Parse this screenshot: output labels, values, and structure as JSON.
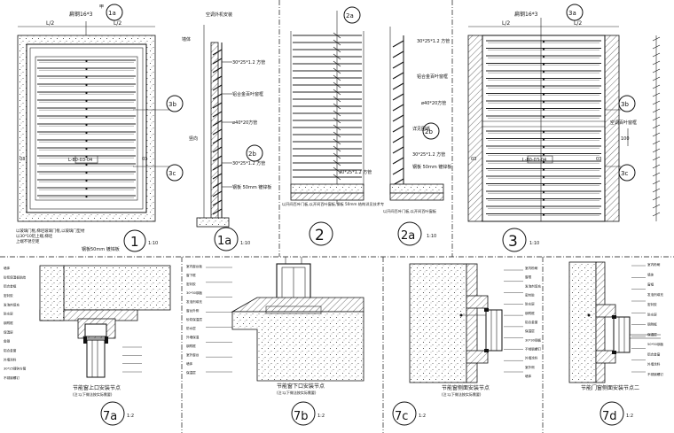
{
  "drawings": {
    "d1": {
      "number": "1",
      "scale": "1:10",
      "top_note": "扁钢16*3",
      "dim_half": "L/2",
      "tag_a": "1a",
      "tag_b": "3b",
      "tag_c": "3c",
      "tag_letter": "甲",
      "tag_no": "03",
      "code": "L-80-03-04",
      "notes": [
        "以玻璃门框,梯坯玻璃门框,以玻璃门型材",
        "以30*10铝上端,梯坯",
        "上端不锈空距"
      ],
      "bottom_note": "钢板50mm 镀锌板"
    },
    "d1a": {
      "number": "1a",
      "scale": "1:10",
      "labels": [
        "空调外机安装",
        "墙体",
        "30*25*1.2 方管",
        "铝合金百叶窗框",
        "ø40*20方管",
        "竖向",
        "30*25*1.2 方管",
        "钢板 50mm 镀锌板"
      ],
      "tag_b": "2b"
    },
    "d2": {
      "number": "2",
      "tag": "2a",
      "labels": [
        "30*25*1.2 方管"
      ],
      "bottom_note": "以开间百叶门板,以开间百叶窗板,钢板 50mm 结构详见技术专"
    },
    "d2a": {
      "number": "2a",
      "scale": "1:10",
      "labels": [
        "30*25*1.2 方管",
        "铝合金百叶窗框",
        "ø40*20方管",
        "详见图纸",
        "30*25*1.2 方管",
        "钢板 50mm 镀锌板"
      ],
      "tag": "2b",
      "bottom_note": "以开间百叶门板,以开间百叶窗板"
    },
    "d3": {
      "number": "3",
      "scale": "1:10",
      "top_note": "扁钢16*3",
      "dim_half": "L/2",
      "tag_a": "3a",
      "tag_b": "3b",
      "tag_c": "3c",
      "code": "L-80-03-04",
      "labels": [
        "空调百叶窗框"
      ],
      "dim": "100",
      "tag_no": "03"
    },
    "d7a": {
      "number": "7a",
      "scale": "1:2",
      "caption": "节能窗上口安装节点",
      "sub": "(注:以下做法按实际需要)",
      "labels": [
        "墙体",
        "砂浆保温板粘结",
        "铝合金框",
        "密封胶",
        "发泡剂填充",
        "防水层",
        "钢附框",
        "保温层",
        "角钢",
        "铝合金窗",
        "外墙涂料",
        "30*25镀锌方管",
        "不锈钢螺钉"
      ]
    },
    "d7b": {
      "number": "7b",
      "scale": "1:2",
      "caption": "节能窗下口安装节点",
      "sub": "(注:以下做法按实际需要)",
      "labels": [
        "室内窗台板",
        "窗下框",
        "密封胶",
        "30*30钢板",
        "发泡剂填充",
        "窗台外侧",
        "砂浆保温层",
        "防水层",
        "外墙保温",
        "钢附框",
        "室外窗台",
        "墙体",
        "保温层"
      ]
    },
    "d7c": {
      "number": "7c",
      "scale": "1:2",
      "caption": "节能窗侧面安装节点",
      "sub": "(注:以下做法按实际需要)",
      "labels": [
        "室内粉刷",
        "窗框",
        "发泡剂填充",
        "密封胶",
        "防水层",
        "钢附框",
        "铝合金窗",
        "保温层",
        "30*30钢板",
        "不锈钢螺钉",
        "外墙涂料",
        "室外侧",
        "墙体"
      ]
    },
    "d7d": {
      "number": "7d",
      "scale": "1:2",
      "caption": "节能门窗侧面安装节点二",
      "labels": [
        "室内粉刷",
        "墙体",
        "窗框",
        "发泡剂填充",
        "密封胶",
        "防水层",
        "钢附框",
        "保温层",
        "50*50钢板",
        "铝合金窗",
        "外墙涂料",
        "不锈钢螺钉"
      ]
    }
  }
}
